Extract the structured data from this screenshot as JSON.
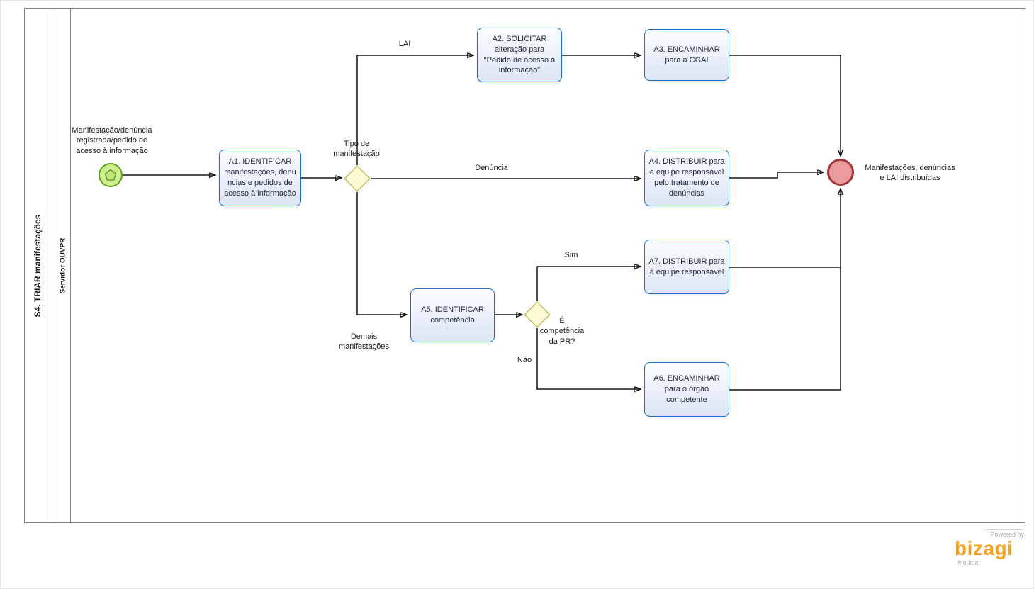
{
  "pool": {
    "title": "S4. TRIAR manifestações",
    "lane": "Servidor OUVPR"
  },
  "nodes": {
    "start": {
      "type": "start-event",
      "label": "Manifestação/denúncia\nregistrada/pedido de\nacesso à informação"
    },
    "a1": {
      "type": "task",
      "label": "A1. IDENTIFICAR\nmanifestações, denú\nncias e pedidos de\nacesso à informação"
    },
    "gw1": {
      "type": "gateway",
      "label": "Tipo de\nmanifestação"
    },
    "a2": {
      "type": "task",
      "label": "A2. SOLICITAR\nalteração para\n\"Pedido de acesso à\ninformação\""
    },
    "a3": {
      "type": "task",
      "label": "A3. ENCAMINHAR\npara a CGAI"
    },
    "a4": {
      "type": "task",
      "label": "A4. DISTRIBUIR para\na equipe responsável\npelo tratamento de\ndenúncias"
    },
    "a5": {
      "type": "task",
      "label": "A5. IDENTIFICAR\ncompetência"
    },
    "gw2": {
      "type": "gateway",
      "label": "É\ncompetência\nda PR?"
    },
    "a7": {
      "type": "task",
      "label": "A7. DISTRIBUIR para\na equipe responsável"
    },
    "a6": {
      "type": "task",
      "label": "A6. ENCAMINHAR\npara o órgão\ncompetente"
    },
    "end": {
      "type": "end-event",
      "label": "Manifestações, denúncias\ne LAI distribuídas"
    }
  },
  "edges": {
    "lai": "LAI",
    "denuncia": "Denúncia",
    "demais": "Demais\nmanifestações",
    "sim": "Sim",
    "nao": "Não"
  },
  "branding": {
    "powered_by": "Powered by",
    "brand": "bizagi",
    "product": "Modeler"
  },
  "colors": {
    "task_border": "#1a6fc4",
    "task_fill": "#e7edf9",
    "gateway_border": "#b4a93c",
    "gateway_fill": "#fdfbd4",
    "start_border": "#5ea31a",
    "start_fill": "#cfec90",
    "end_border": "#a33437",
    "end_fill": "#ea9c9c",
    "brand_orange": "#f6a21d"
  }
}
